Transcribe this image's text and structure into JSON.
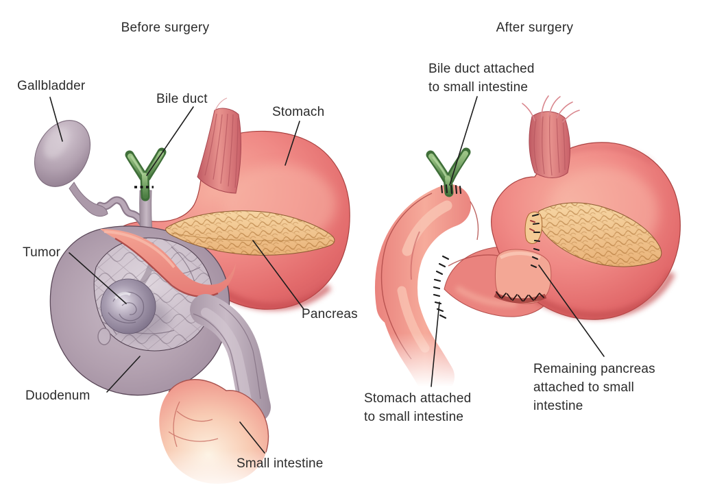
{
  "figure": {
    "description": "Whipple procedure medical illustration, before and after surgery"
  },
  "before": {
    "title": "Before surgery",
    "labels": {
      "gallbladder": "Gallbladder",
      "bile_duct": "Bile duct",
      "stomach": "Stomach",
      "tumor": "Tumor",
      "pancreas": "Pancreas",
      "duodenum": "Duodenum",
      "small_intestine": "Small intestine"
    }
  },
  "after": {
    "title": "After surgery",
    "labels": {
      "bile_duct": {
        "lines": [
          "Bile duct attached",
          "to small intestine"
        ]
      },
      "stomach": {
        "lines": [
          "Stomach attached",
          "to small intestine"
        ]
      },
      "pancreas": {
        "lines": [
          "Remaining pancreas",
          "attached to small",
          "intestine"
        ]
      }
    }
  },
  "colors": {
    "background": "#ffffff",
    "text": "#2b2b2b",
    "pointer_line": "#1c1c1c",
    "suture_black": "#1c1c1c",
    "stomach_pink": "#ee8583",
    "stomach_highlight": "#f7b3a5",
    "stomach_shadow": "#c94f52",
    "duodenum_gray": "#b3a2b0",
    "gallbladder_gray": "#af9dad",
    "bile_duct_green": "#5d9450",
    "pancreas_tan": "#f0c48e",
    "pancreas_line": "#b07a3c",
    "tumor_gray": "#8d8196",
    "intestine_cream": "#fbeede"
  }
}
